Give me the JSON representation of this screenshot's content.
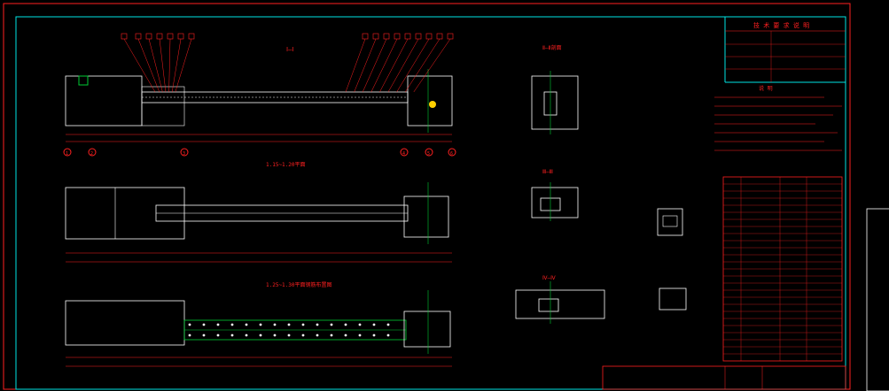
{
  "colors": {
    "background": "#000000",
    "outline": "#ffffff",
    "dimension": "#ff2020",
    "leader": "#ff2020",
    "border": "#00e5e5",
    "center_line": "#00cc33",
    "highlight": "#ffd000"
  },
  "views": {
    "elevation_label": "Ⅰ—Ⅰ",
    "plan_1_label": "1.15~1.20平面",
    "plan_2_label": "1.25~1.30平面钢筋布置图",
    "section_1_label": "Ⅱ—Ⅱ剖面",
    "section_2_label": "Ⅲ—Ⅲ",
    "section_3_label": "Ⅳ—Ⅳ"
  },
  "title_block": {
    "header": "技 术 要 求 说 明",
    "notes_header": "说 明"
  },
  "axis_bubbles": [
    "1",
    "2",
    "3",
    "4",
    "5",
    "6"
  ]
}
